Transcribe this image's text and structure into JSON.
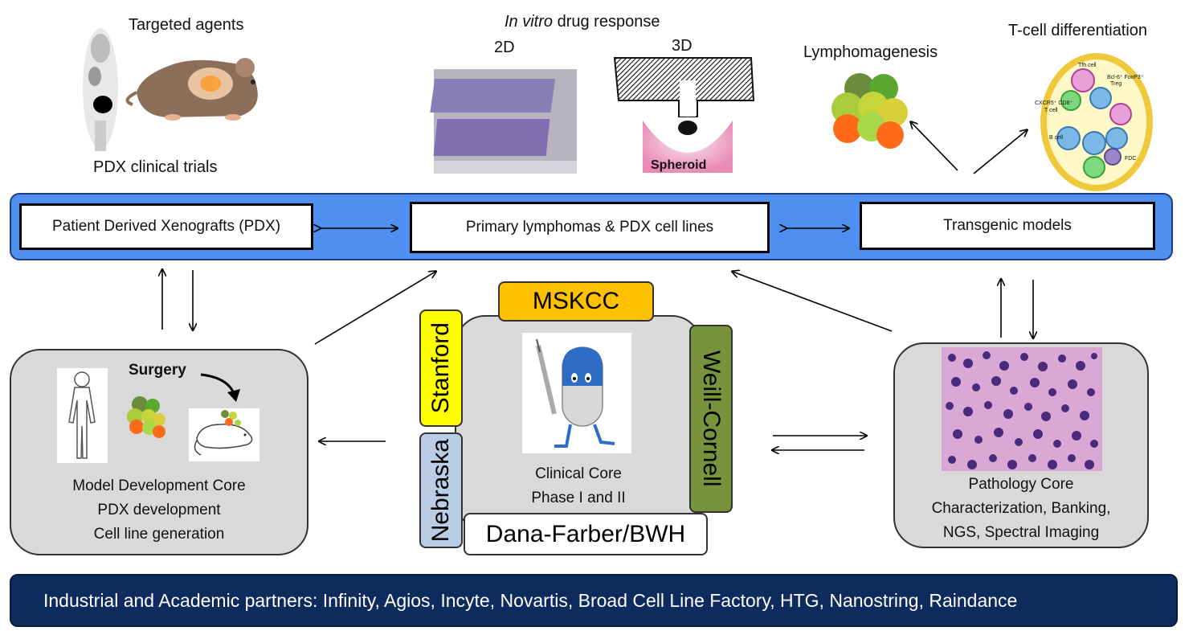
{
  "top_labels": {
    "targeted_agents": "Targeted agents",
    "pdx_clinical_trials": "PDX clinical trials",
    "in_vitro_italic": "In vitro",
    "drug_response": " drug response",
    "label_2d": "2D",
    "label_3d": "3D",
    "spheroid": "Spheroid",
    "lymphomagenesis": "Lymphomagenesis",
    "tcell_differentiation": "T-cell differentiation"
  },
  "tcell_diagram": {
    "tfh": "Tfh cell",
    "bcl6": "Bcl-6⁺ FoxP3⁺",
    "treg": "Treg",
    "cxcr5": "CXCR5⁺ CD8⁺",
    "tcell": "T cell",
    "bcell": "B cell",
    "fdc": "FDC"
  },
  "band": {
    "pdx_box": "Patient Derived Xenografts (PDX)",
    "primary_box": "Primary lymphomas & PDX cell lines",
    "transgenic_box": "Transgenic models"
  },
  "model_core": {
    "surgery": "Surgery",
    "line1": "Model Development Core",
    "line2": "PDX development",
    "line3": "Cell line generation"
  },
  "clinical_core": {
    "line1": "Clinical Core",
    "line2": "Phase I and II"
  },
  "institutions": {
    "mskcc": "MSKCC",
    "stanford": "Stanford",
    "nebraska": "Nebraska",
    "weill": "Weill-Cornell",
    "dana": "Dana-Farber/BWH"
  },
  "pathology_core": {
    "line1": "Pathology Core",
    "line2": "Characterization, Banking,",
    "line3": "NGS, Spectral Imaging"
  },
  "footer": {
    "partners": "Industrial and Academic partners: Infinity, Agios, Incyte, Novartis, Broad Cell Line Factory, HTG, Nanostring, Raindance"
  },
  "colors": {
    "band_blue": "#4f8ff0",
    "mskcc_orange": "#ffc000",
    "stanford_yellow": "#ffff00",
    "nebraska_blue": "#b9cde5",
    "weill_green": "#77933c",
    "core_gray": "#d9d9d9",
    "footer_navy": "#0e2b5e"
  }
}
